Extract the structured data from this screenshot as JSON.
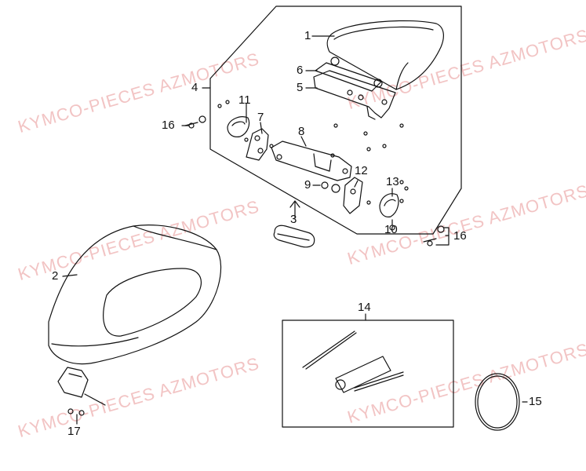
{
  "watermark_text": "KYMCO-PIECES AZMOTORS",
  "watermark_color": "#f2c4c4",
  "callouts": {
    "c1": "1",
    "c2": "2",
    "c3": "3",
    "c4": "4",
    "c5": "5",
    "c6": "6",
    "c7": "7",
    "c8": "8",
    "c9": "9",
    "c10": "10",
    "c11": "11",
    "c12": "12",
    "c13": "13",
    "c14": "14",
    "c15": "15",
    "c16a": "16",
    "c16b": "16",
    "c17": "17"
  }
}
